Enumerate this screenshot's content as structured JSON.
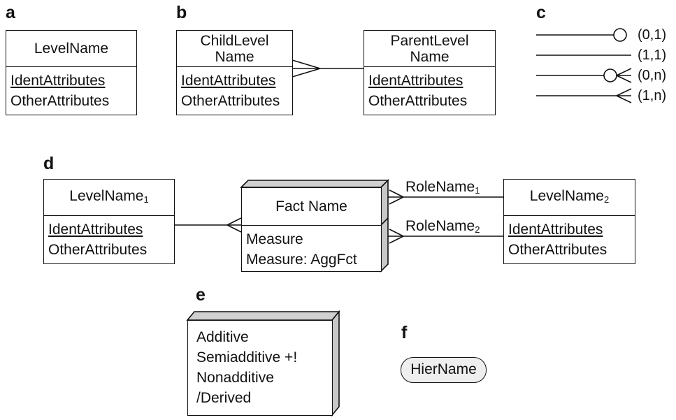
{
  "panels": {
    "a": "a",
    "b": "b",
    "c": "c",
    "d": "d",
    "e": "e",
    "f": "f"
  },
  "a": {
    "title": "LevelName",
    "ident": "IdentAttributes",
    "other": "OtherAttributes"
  },
  "b": {
    "child": {
      "title1": "ChildLevel",
      "title2": "Name",
      "ident": "IdentAttributes",
      "other": "OtherAttributes"
    },
    "parent": {
      "title1": "ParentLevel",
      "title2": "Name",
      "ident": "IdentAttributes",
      "other": "OtherAttributes"
    }
  },
  "c": {
    "labels": [
      "(0,1)",
      "(1,1)",
      "(0,n)",
      "(1,n)"
    ]
  },
  "d": {
    "level1": {
      "title": "LevelName",
      "sub": "1",
      "ident": "IdentAttributes",
      "other": "OtherAttributes"
    },
    "fact": {
      "title": "Fact Name",
      "measure1": "Measure",
      "measure2": "Measure: AggFct"
    },
    "level2": {
      "title": "LevelName",
      "sub": "2",
      "ident": "IdentAttributes",
      "other": "OtherAttributes"
    },
    "role1": {
      "name": "RoleName",
      "sub": "1"
    },
    "role2": {
      "name": "RoleName",
      "sub": "2"
    }
  },
  "e": {
    "items": [
      "Additive",
      "Semiadditive +!",
      "Nonadditive ",
      "/Derived"
    ]
  },
  "f": {
    "hier": "HierName"
  }
}
